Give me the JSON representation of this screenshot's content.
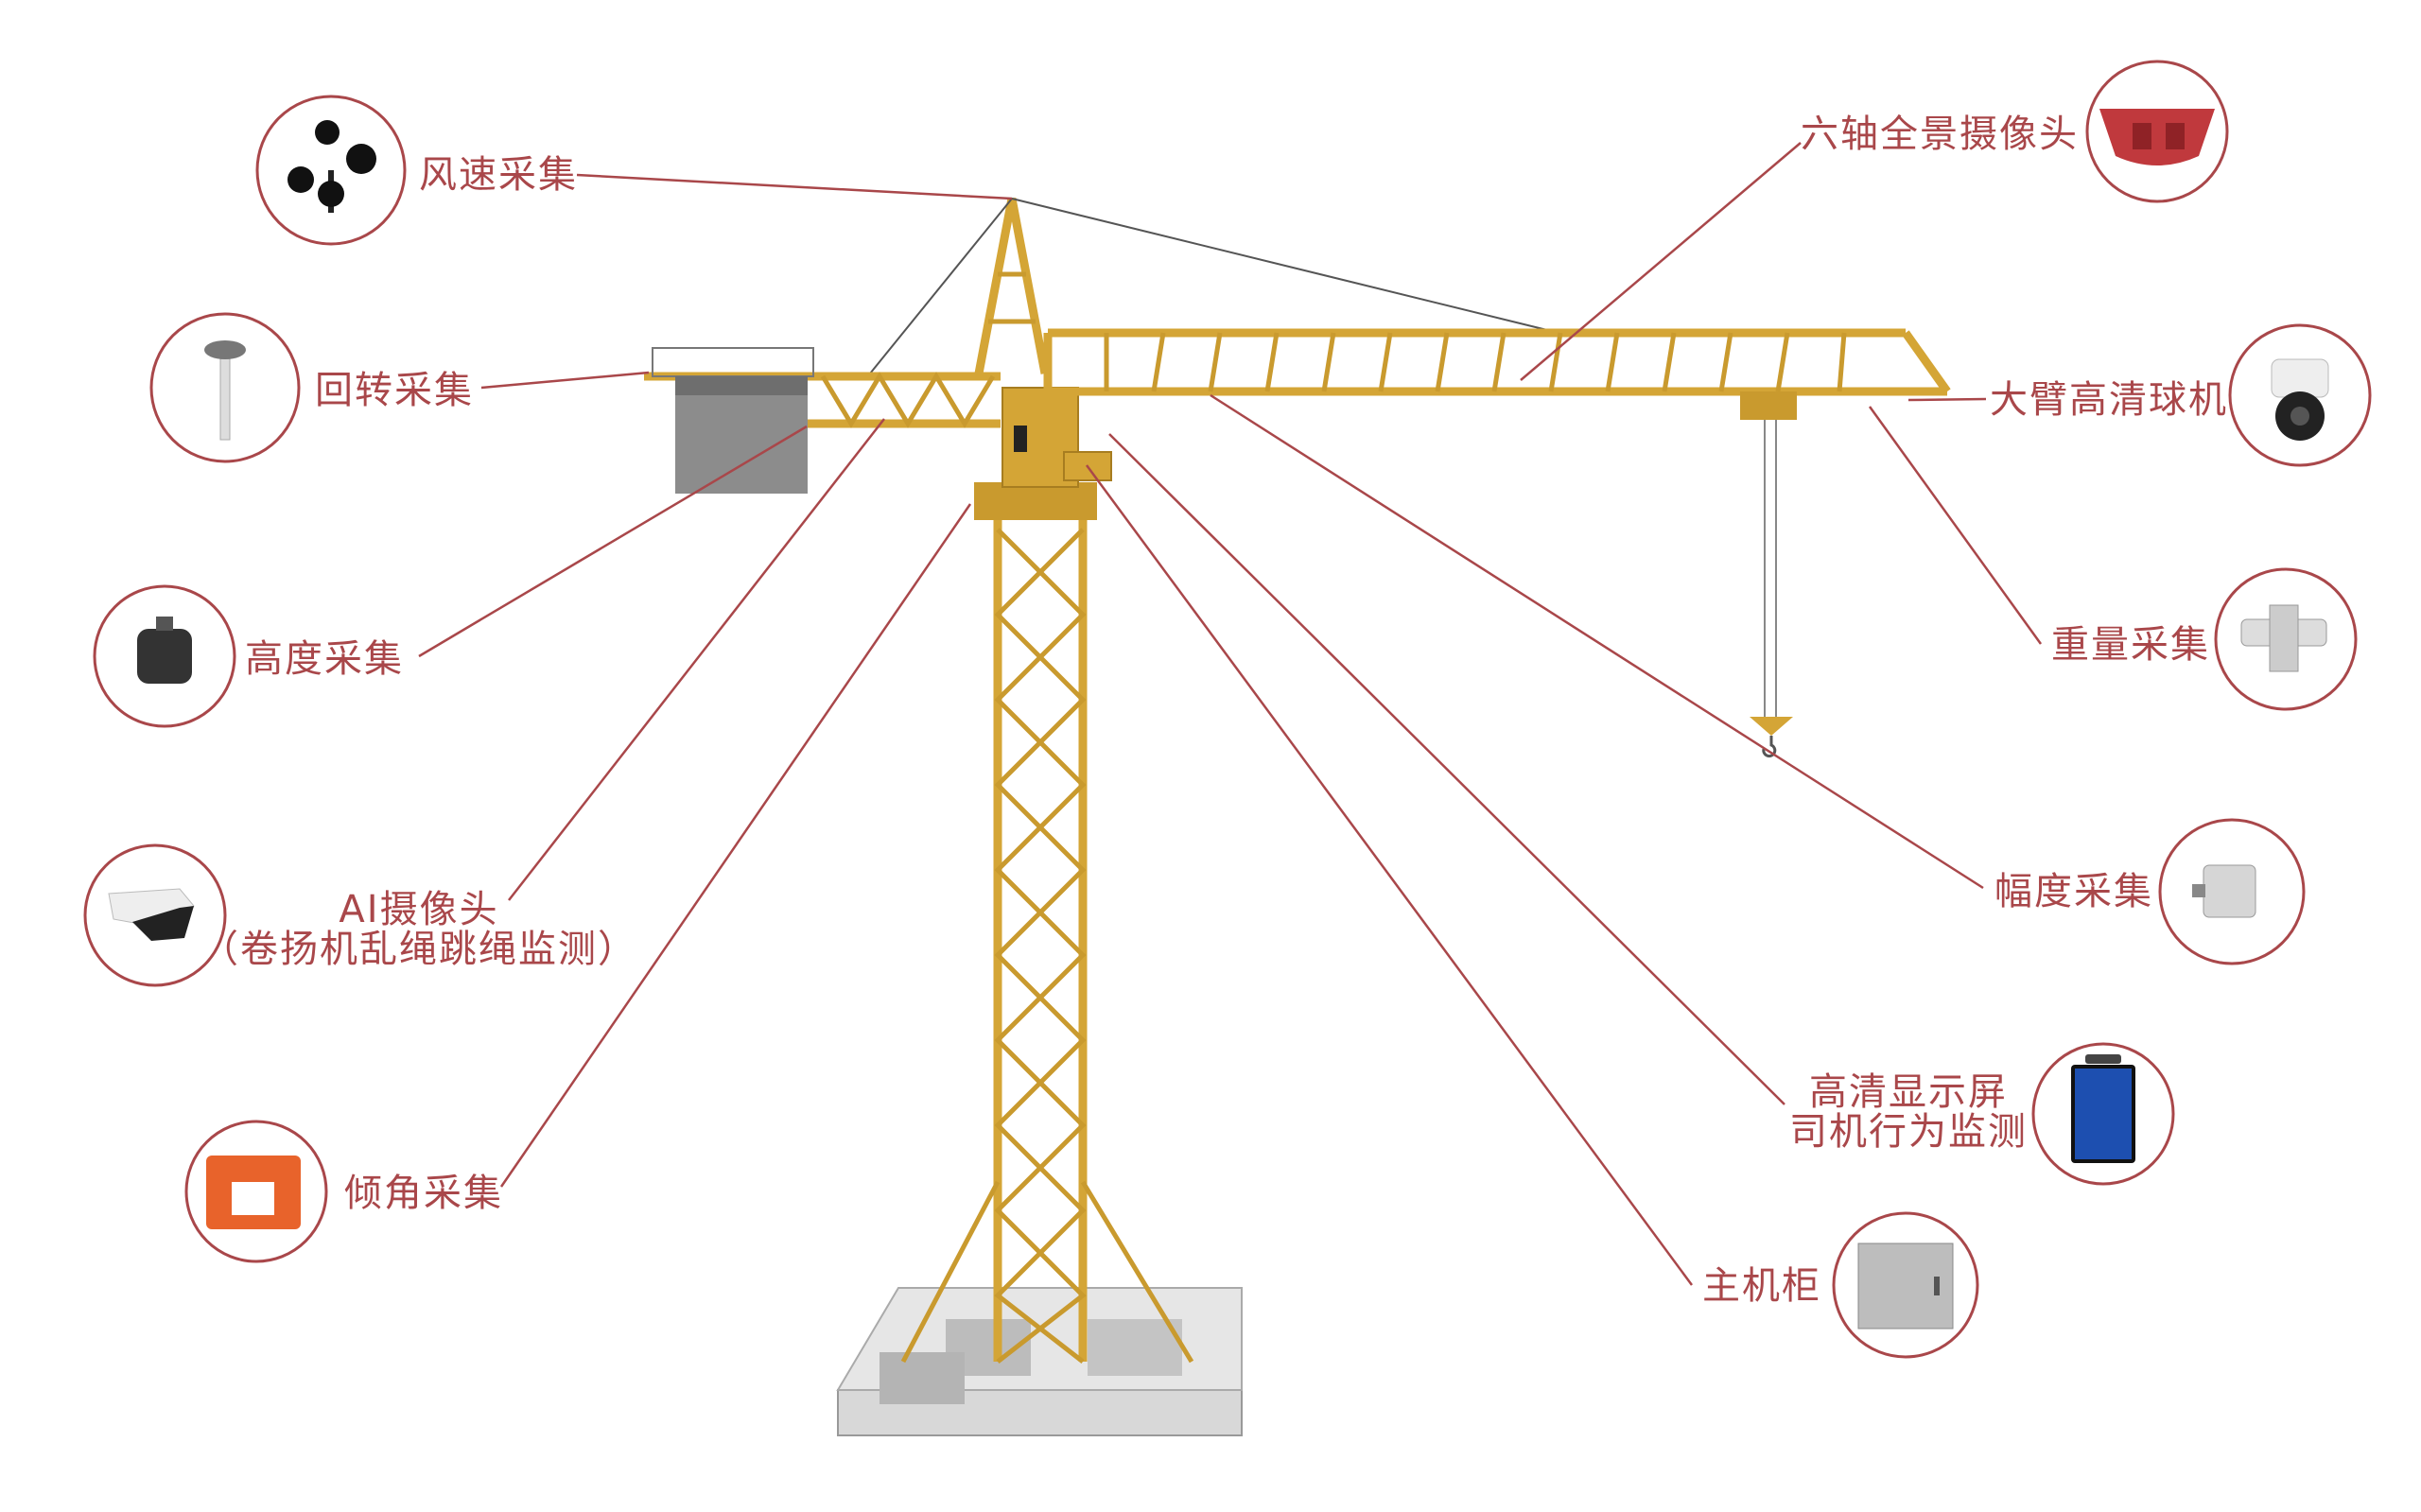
{
  "title": "塔吊监测系统组成",
  "colors": {
    "accent": "#a9474a",
    "crane": "#d4a536"
  },
  "left_components": [
    {
      "label": "风速采集",
      "icon": "anemometer-icon"
    },
    {
      "label": "回转采集",
      "icon": "rotation-sensor-icon"
    },
    {
      "label": "高度采集",
      "icon": "height-sensor-icon"
    },
    {
      "label": "AI摄像头",
      "sublabel": "（卷扬机乱绳跳绳监测）",
      "icon": "bullet-camera-icon"
    },
    {
      "label": "倾角采集",
      "icon": "tilt-sensor-icon"
    }
  ],
  "right_components": [
    {
      "label": "六轴全景摄像头",
      "icon": "panoramic-camera-icon"
    },
    {
      "label": "大臂高清球机",
      "icon": "dome-camera-icon"
    },
    {
      "label": "重量采集",
      "icon": "weight-sensor-icon"
    },
    {
      "label": "幅度采集",
      "icon": "amplitude-sensor-icon"
    },
    {
      "label": "高清显示屏",
      "sublabel": "司机行为监测",
      "icon": "display-screen-icon"
    },
    {
      "label": "主机柜",
      "icon": "cabinet-icon"
    }
  ]
}
